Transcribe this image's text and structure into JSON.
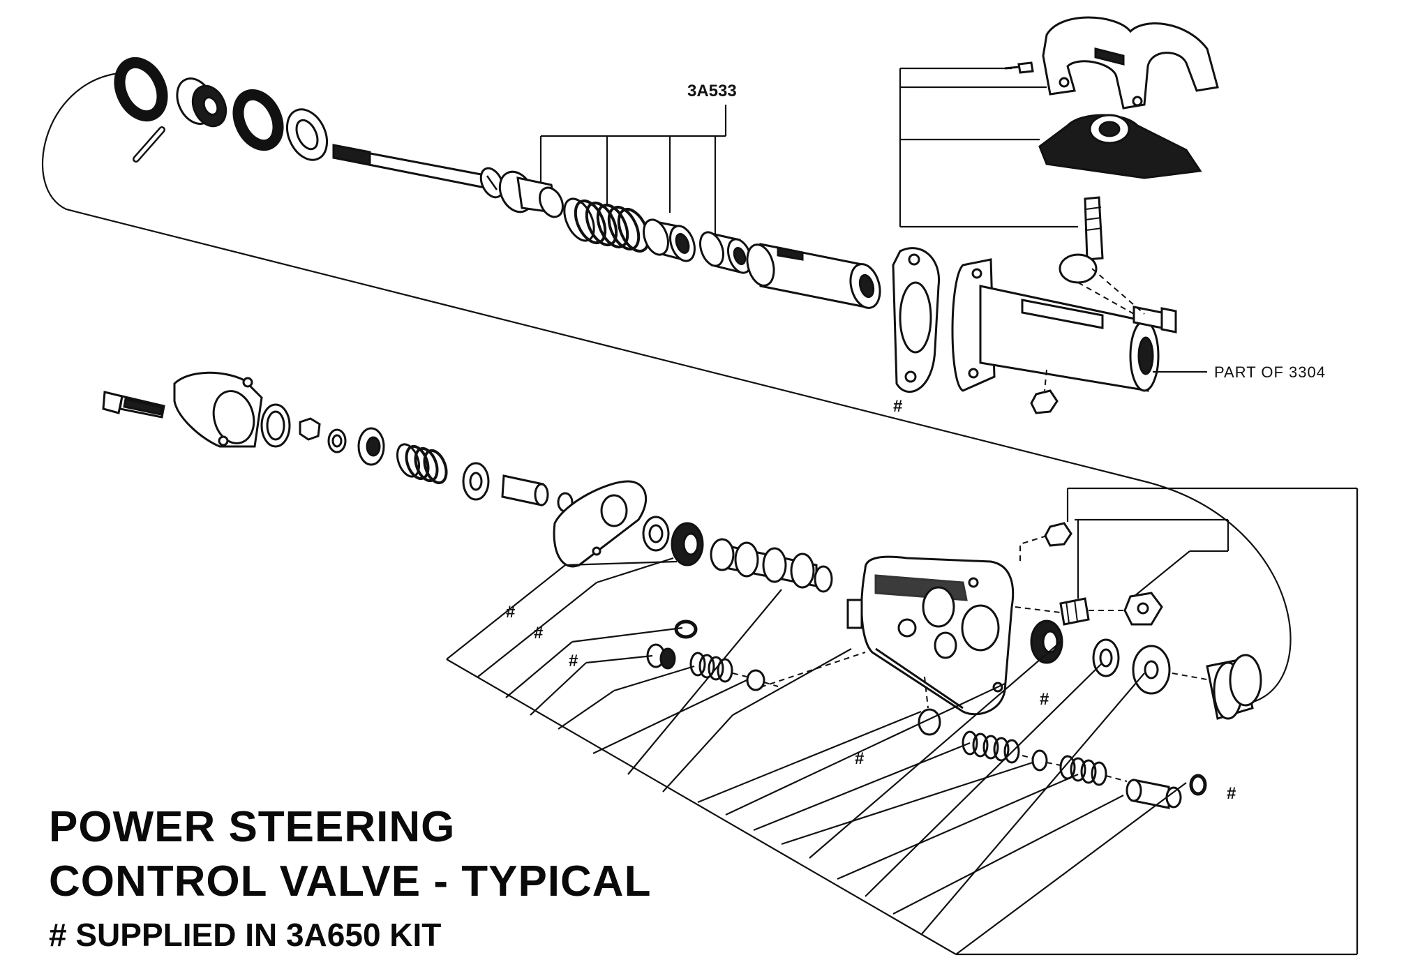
{
  "labels": {
    "part_3a533": "3A533",
    "part_of_3304": "PART OF 3304",
    "kit_mark": "#"
  },
  "title": {
    "line1": "POWER STEERING",
    "line2": "CONTROL VALVE - TYPICAL",
    "kit_note": "# SUPPLIED IN 3A650 KIT"
  },
  "colors": {
    "ink": "#111111",
    "paper": "#ffffff"
  }
}
